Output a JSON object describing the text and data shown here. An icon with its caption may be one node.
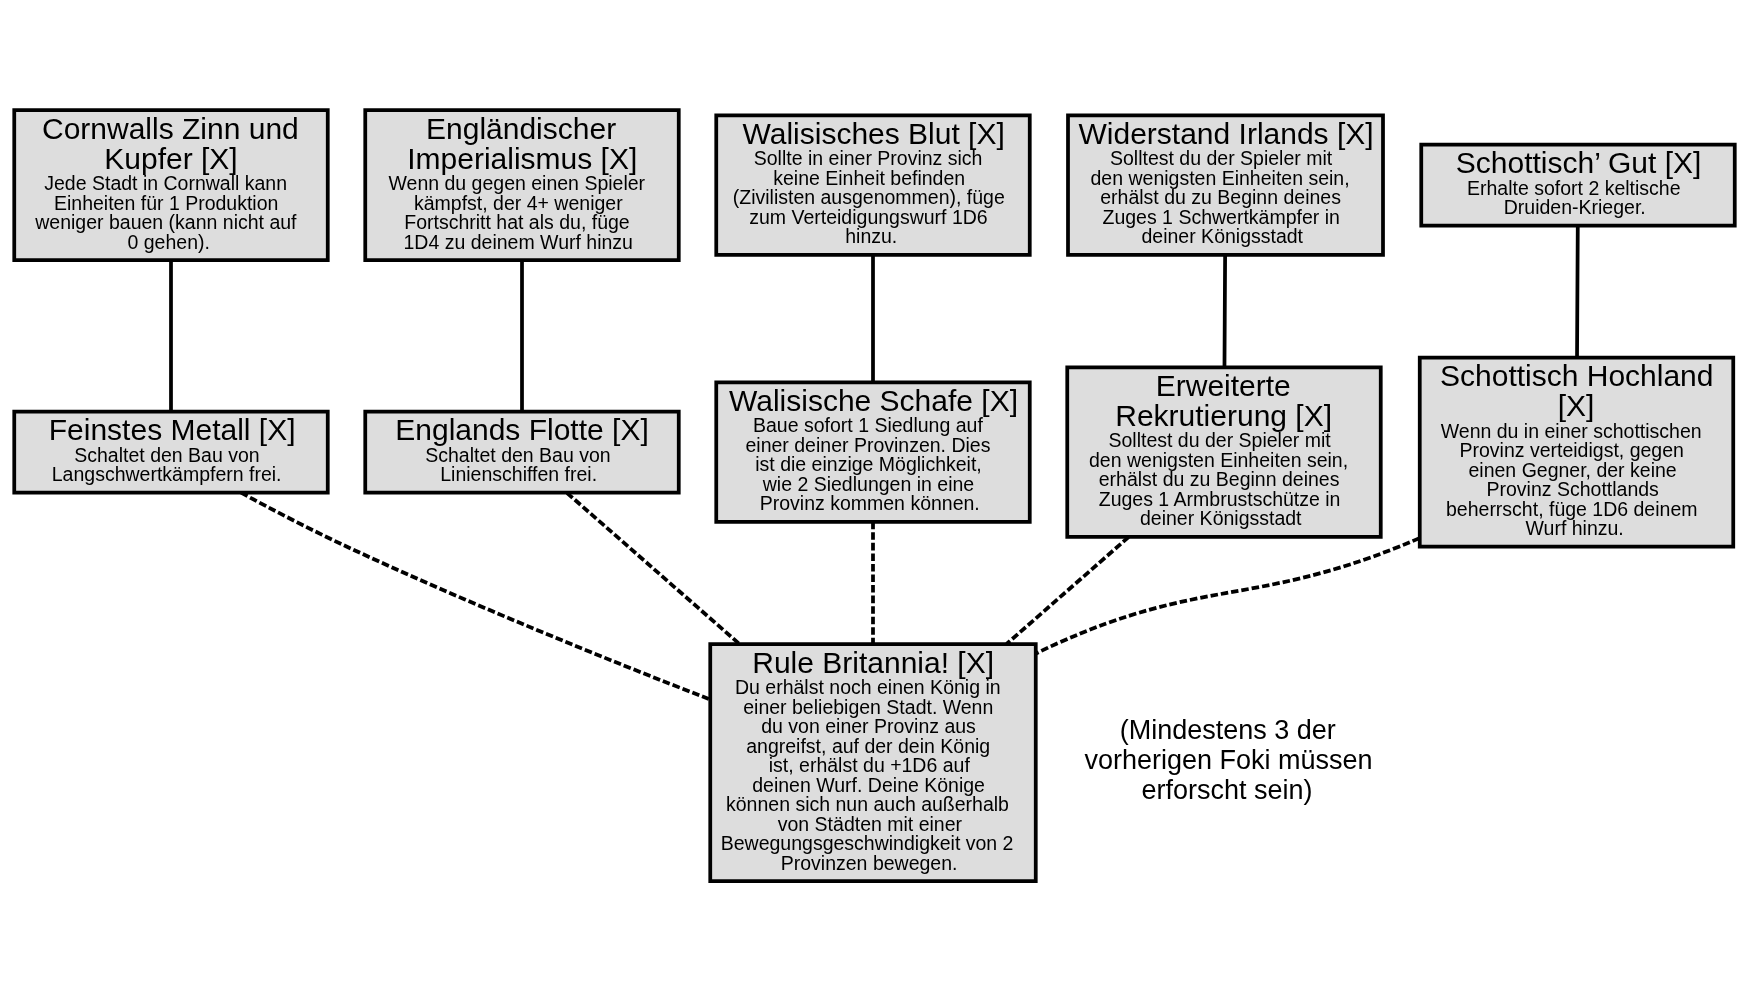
{
  "diagram": {
    "nodes": [
      {
        "text": [
          "Cornwalls Zinn und Kupfer [X]",
          "Jede Stadt in Cornwall kann Einheiten für 1 Produktion weniger bauen (kann nicht auf 0 gehen)."
        ]
      },
      {
        "text": [
          "Engländischer Imperialismus [X]",
          "Wenn du gegen einen Spieler kämpfst, der 4+ weniger Fortschritt hat als du, füge 1D4 zu deinem Wurf hinzu"
        ]
      },
      {
        "text": [
          "Walisisches Blut [X]",
          "Sollte in einer Provinz sich keine Einheit befinden (Zivilisten ausgenommen), füge zum Verteidigungswurf 1D6 hinzu."
        ]
      },
      {
        "text": [
          "Widerstand Irlands [X]",
          "Solltest du der Spieler mit den wenigsten Einheiten sein, erhälst du zu Beginn deines Zuges 1 Schwertkämpfer in deiner Königsstadt"
        ]
      },
      {
        "text": [
          "Schottisch’ Gut [X]",
          "Erhalte sofort 2 keltische Druiden-Krieger."
        ]
      },
      {
        "text": [
          "Feinstes Metall [X]",
          "Schaltet den Bau von Langschwertkämpfern frei."
        ]
      },
      {
        "text": [
          "Englands Flotte [X]",
          "Schaltet den Bau von Linienschiffen frei."
        ]
      },
      {
        "text": [
          "Walisische Schafe [X]",
          "Baue sofort 1 Siedlung auf einer deiner Provinzen. Dies ist die einzige Möglichkeit, wie 2 Siedlungen in eine Provinz kommen können."
        ]
      },
      {
        "text": [
          "Erweiterte Rekrutierung [X]",
          "Solltest du der Spieler mit den wenigsten Einheiten sein, erhälst du zu Beginn deines Zuges 1 Armbrustschütze in deiner Königsstadt"
        ]
      },
      {
        "text": [
          "Schottisch Hochland [X]",
          "Wenn du in einer schottischen Provinz verteidigst, gegen einen Gegner, der keine Provinz Schottlands beherrscht, füge 1D6 deinem Wurf hinzu."
        ]
      },
      {
        "text": [
          "Rule Britannia! [X]",
          "Du erhälst noch einen König in einer beliebigen Stadt. Wenn du von einer Provinz aus angreifst, auf der dein König ist, erhälst du +1D6 auf deinen Wurf. Deine Könige können sich nun auch außerhalb von Städten mit einer Bewegungsgeschwindigkeit von 2 Provinzen bewegen."
        ]
      }
    ],
    "edges": [
      {
        "from": 0,
        "to": 5,
        "arrow": "none"
      },
      {
        "from": 1,
        "to": 6,
        "arrow": "none"
      },
      {
        "from": 2,
        "to": 7,
        "arrow": "none"
      },
      {
        "from": 3,
        "to": 8,
        "arrow": "none"
      },
      {
        "from": 4,
        "to": 9,
        "arrow": "none"
      },
      {
        "from": 5,
        "to": 10,
        "arrow": "none",
        "style": "dashed"
      },
      {
        "from": 6,
        "to": 10,
        "arrow": "none",
        "style": "dashed"
      },
      {
        "from": 7,
        "to": 10,
        "arrow": "none",
        "style": "dashed"
      },
      {
        "from": 8,
        "to": 10,
        "arrow": "none",
        "style": "dashed"
      },
      {
        "from": 9,
        "to": 10,
        "arrow": "none",
        "style": "dashed"
      }
    ],
    "labels": [
      "(Mindestens 3 der vorherigen Foki müssen erforscht sein)"
    ]
  }
}
